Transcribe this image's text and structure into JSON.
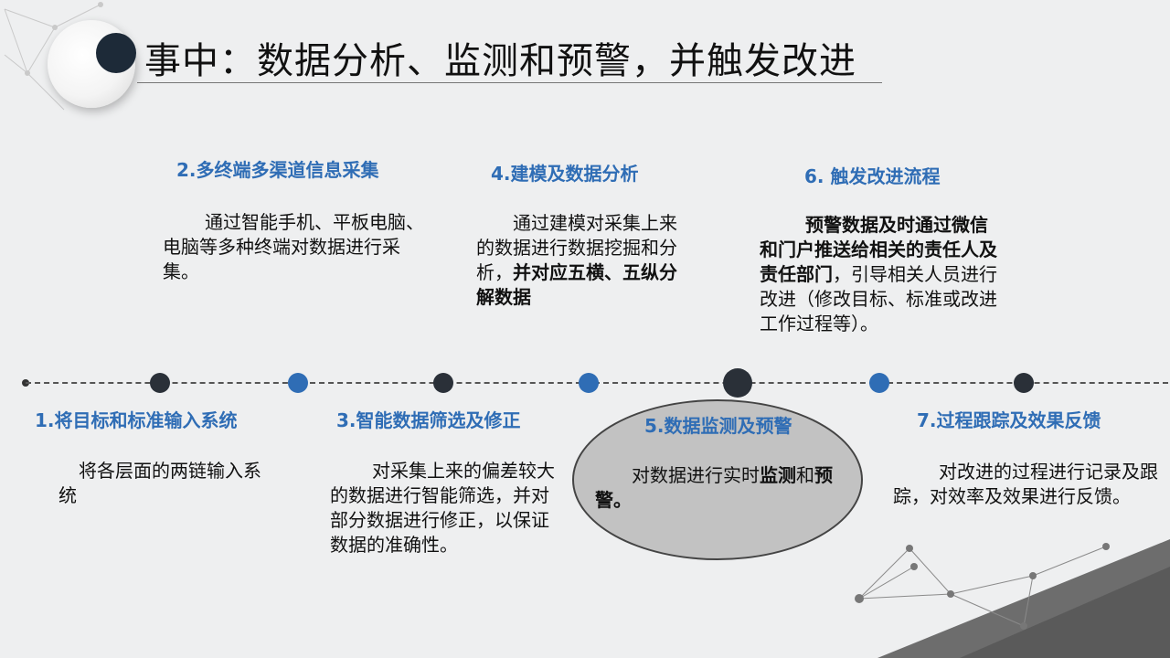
{
  "title": "事中：数据分析、监测和预警，并触发改进",
  "steps": {
    "s1": {
      "heading": "1.将目标和标准输入系统",
      "text": "将各层面的两链输入系统"
    },
    "s2": {
      "heading": "2.多终端多渠道信息采集",
      "text": "通过智能手机、平板电脑、电脑等多种终端对数据进行采集。"
    },
    "s3": {
      "heading": "3.智能数据筛选及修正",
      "text": "对采集上来的偏差较大的数据进行智能筛选，并对部分数据进行修正，以保证数据的准确性。"
    },
    "s4": {
      "heading": "4.建模及数据分析",
      "text_a": "通过建模对采集上来的数据进行数据挖掘和分析，",
      "text_b": "并对应五横、五纵分解数据"
    },
    "s5": {
      "heading": "5.数据监测及预警",
      "text_a": "对数据进行实时",
      "text_b": "监测",
      "text_c": "和",
      "text_d": "预警。"
    },
    "s6": {
      "heading": "6. 触发改进流程",
      "text_a": "预警数据及时通过微信和门户推送给相关的责任人及责任部门",
      "text_b": "，引导相关人员进行改进（修改目标、标准或改进工作过程等）。"
    },
    "s7": {
      "heading": "7.过程跟踪及效果反馈",
      "text": "对改进的过程进行记录及跟踪，对效率及效果进行反馈。"
    }
  },
  "colors": {
    "accent": "#2f6db5",
    "node_dark": "#2a3038",
    "background": "#eeeff0"
  }
}
